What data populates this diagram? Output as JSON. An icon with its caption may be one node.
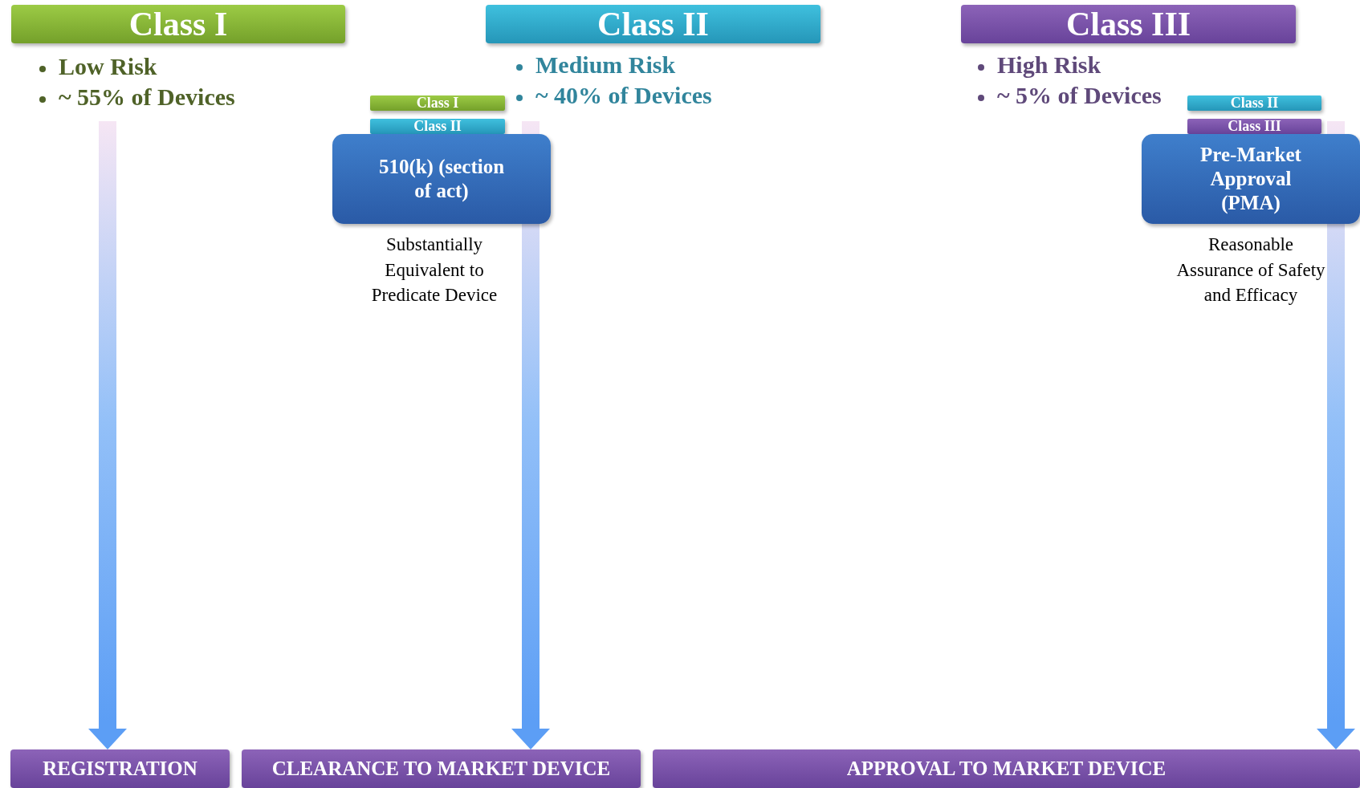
{
  "diagram": {
    "nodes": [
      {
        "text": [
          "Class I"
        ],
        "beside": [
          "Low Risk",
          "~ 55% of Devices"
        ]
      },
      {
        "text": [
          "Class II"
        ],
        "beside": [
          "Medium Risk",
          "~ 40% of Devices"
        ]
      },
      {
        "text": [
          "Class III"
        ],
        "beside": [
          "High Risk",
          "~ 5% of Devices"
        ]
      },
      {
        "text": [
          "Class I"
        ]
      },
      {
        "text": [
          "Class II"
        ]
      },
      {
        "text": [
          "510(k) (section of act)"
        ],
        "beside": [
          "Substantially Equivalent to Predicate Device"
        ]
      },
      {
        "text": [
          "Class II"
        ]
      },
      {
        "text": [
          "Class III"
        ]
      },
      {
        "text": [
          "Pre-Market Approval (PMA)"
        ],
        "beside": [
          "Reasonable Assurance of Safety and Efficacy"
        ]
      },
      {
        "text": [
          "REGISTRATION"
        ]
      },
      {
        "text": [
          "CLEARANCE TO MARKET DEVICE"
        ]
      },
      {
        "text": [
          "APPROVAL TO MARKET DEVICE"
        ]
      }
    ],
    "edges": [
      {
        "from": 0,
        "to": 9,
        "arrow": "to"
      },
      {
        "from": 5,
        "to": 10,
        "arrow": "to"
      },
      {
        "from": 8,
        "to": 11,
        "arrow": "to"
      }
    ]
  }
}
